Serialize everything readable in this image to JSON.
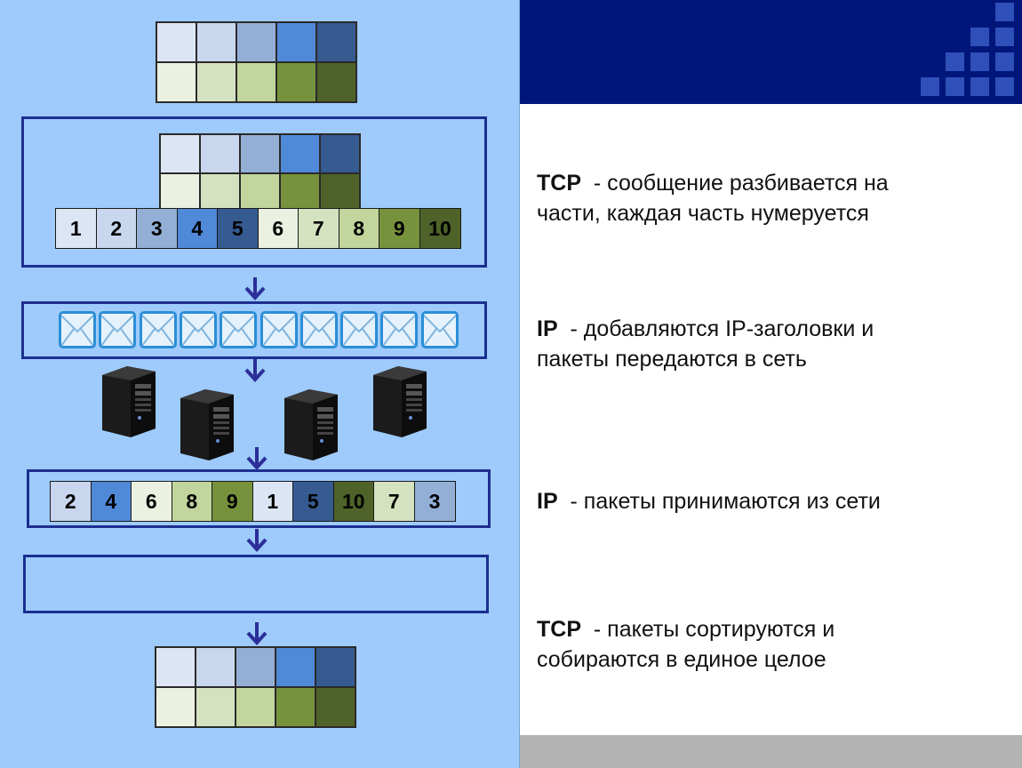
{
  "colors": {
    "panel_bg": "#9ecbfb",
    "frame": "#1c2f90",
    "arrow": "#2d2e99",
    "header": "#00167a",
    "footer": "#b3b3b3",
    "blues": [
      "#dce5f3",
      "#c8d6ee",
      "#93afd6",
      "#5089d8",
      "#355b91"
    ],
    "greens": [
      "#eaf1e0",
      "#d5e2c0",
      "#c1d59c",
      "#76923c",
      "#4f6229"
    ]
  },
  "fragmented_packets": {
    "labels": [
      "1",
      "2",
      "3",
      "4",
      "5",
      "6",
      "7",
      "8",
      "9",
      "10"
    ]
  },
  "received_packets": {
    "labels": [
      "2",
      "4",
      "6",
      "8",
      "9",
      "1",
      "5",
      "10",
      "7",
      "3"
    ]
  },
  "steps": [
    {
      "protocol": "TCP",
      "text_line1": "  - сообщение разбивается на",
      "text_line2": "части, каждая часть нумеруется"
    },
    {
      "protocol": "IP",
      "text_line1": "  - добавляются IP-заголовки и",
      "text_line2": "пакеты передаются в сеть"
    },
    {
      "protocol": "IP",
      "text_line1": "  - пакеты принимаются из сети",
      "text_line2": ""
    },
    {
      "protocol": "TCP",
      "text_line1": "  - пакеты сортируются и",
      "text_line2": "собираются в единое целое"
    }
  ],
  "icons": [
    "envelope-icon",
    "server-icon",
    "down-arrow-icon"
  ]
}
